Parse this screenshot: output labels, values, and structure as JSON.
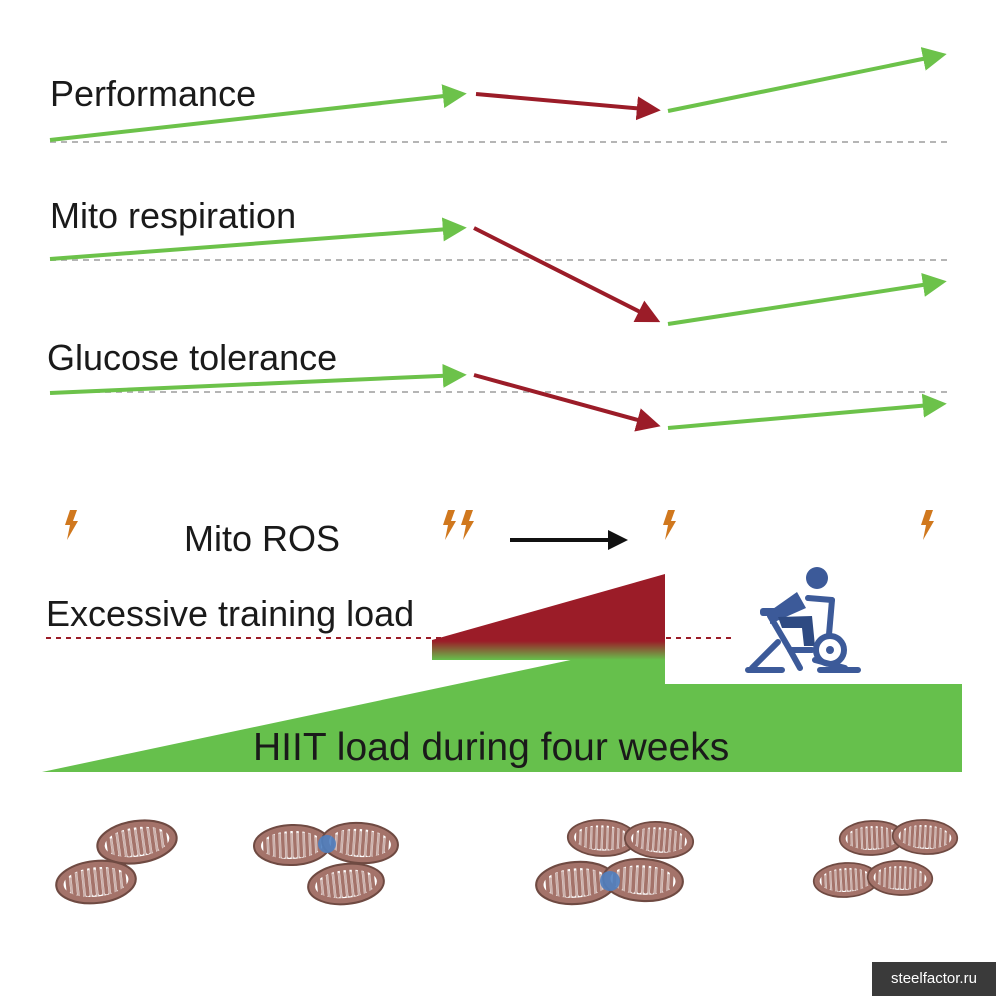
{
  "labels": {
    "performance": "Performance",
    "mito_respiration": "Mito respiration",
    "glucose_tolerance": "Glucose tolerance",
    "mito_ros": "Mito ROS",
    "excessive_load": "Excessive training load",
    "hiit_load": "HIIT load during four weeks"
  },
  "watermark": "steelfactor.ru",
  "colors": {
    "increase_arrow": "#6cc24a",
    "decrease_arrow": "#9b1c28",
    "load_fill": "#66c04c",
    "excess_fill": "#9b1c28",
    "ros_bolt": "#d0781e",
    "mitochondria": "#b07d6e",
    "cyclist": "#3c5a99"
  },
  "icons": [
    "lightning-bolt-icon",
    "arrow-right-icon",
    "stationary-bike-icon",
    "mitochondrion-icon"
  ]
}
